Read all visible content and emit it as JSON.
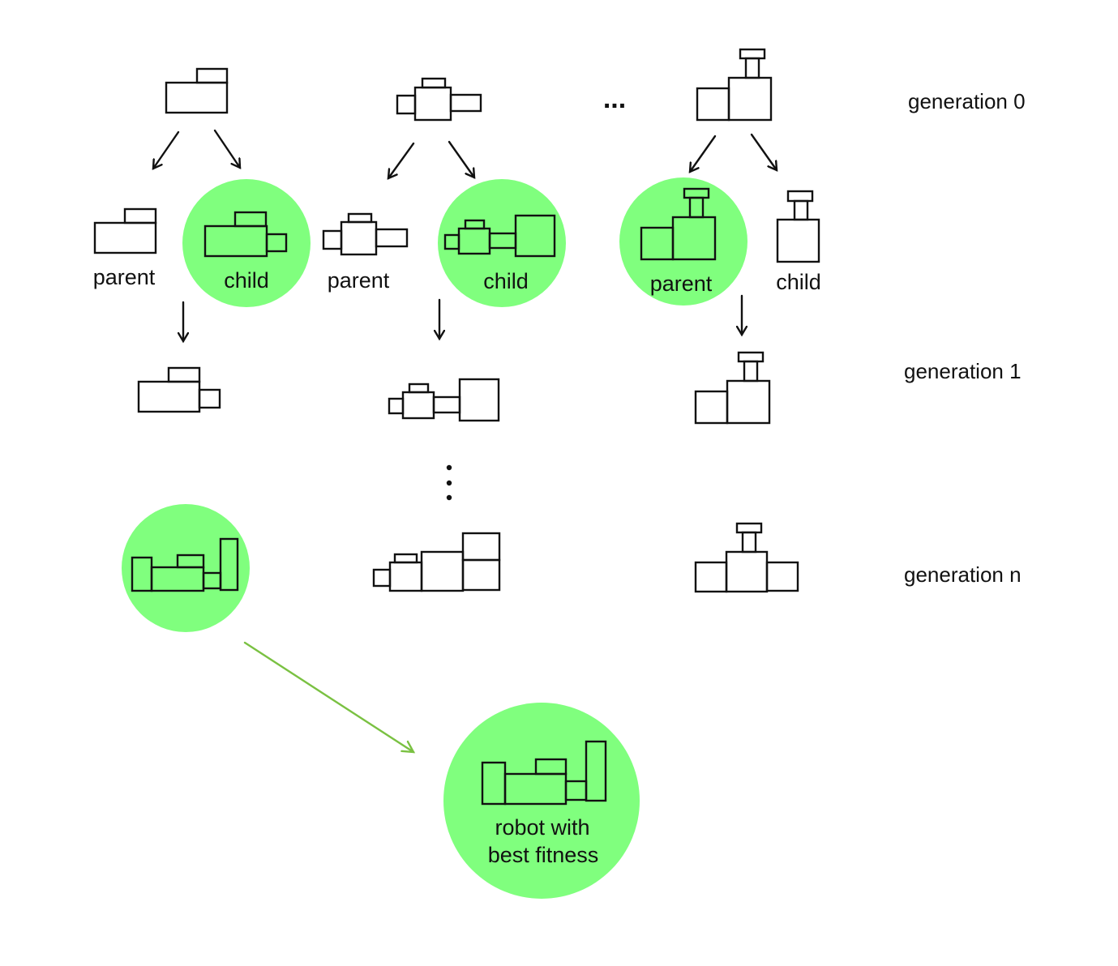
{
  "colors": {
    "highlight": "#80ff7e",
    "ink": "#111111",
    "result_arrow": "#7ac142"
  },
  "generations": {
    "gen0": "generation 0",
    "gen1": "generation 1",
    "genn": "generation n"
  },
  "columns": [
    {
      "left_label": "parent",
      "right_label": "child",
      "selected": "child"
    },
    {
      "left_label": "parent",
      "right_label": "child",
      "selected": "child"
    },
    {
      "left_label": "parent",
      "right_label": "child",
      "selected": "parent"
    }
  ],
  "ellipsis": "...",
  "result": {
    "line1": "robot with",
    "line2": "best fitness"
  }
}
